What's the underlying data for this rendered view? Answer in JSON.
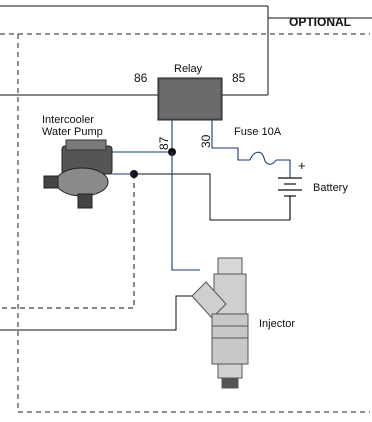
{
  "labels": {
    "optional": "OPTIONAL",
    "relay": "Relay",
    "pin86": "86",
    "pin85": "85",
    "pin87": "87",
    "pin30": "30",
    "pump_line1": "Intercooler",
    "pump_line2": "Water Pump",
    "fuse": "Fuse 10A",
    "battery": "Battery",
    "battery_plus": "+",
    "injector": "Injector"
  },
  "colors": {
    "wire_black": "#111111",
    "wire_blue": "#1a3a7a",
    "relay_fill": "#5c5c5c",
    "pump_body": "#555555",
    "injector_body": "#cfcfcf"
  }
}
